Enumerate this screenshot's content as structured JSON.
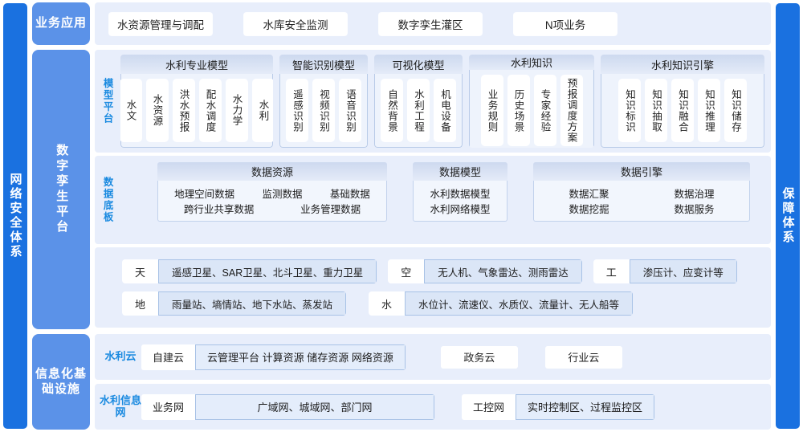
{
  "side": {
    "left_label": "网络安全体系",
    "right_label": "保障体系",
    "accent": "#1a71e0"
  },
  "layers": {
    "apps": {
      "label": "业务应用",
      "items": [
        {
          "label": "水资源管理与调配"
        },
        {
          "label": "水库安全监测"
        },
        {
          "label": "数字孪生灌区"
        },
        {
          "label": "N项业务"
        }
      ]
    },
    "twin": {
      "label": "数字孪生平台",
      "model_platform": {
        "label": "模型平台",
        "groups": [
          {
            "title": "水利专业模型",
            "items": [
              "水文",
              "水资源",
              "洪水预报",
              "配水调度",
              "水力学",
              "水利"
            ]
          },
          {
            "title": "智能识别模型",
            "items": [
              "遥感识别",
              "视频识别",
              "语音识别"
            ]
          },
          {
            "title": "可视化模型",
            "items": [
              "自然背景",
              "水利工程",
              "机电设备"
            ]
          },
          {
            "title": "水利知识",
            "items": [
              "业务规则",
              "历史场景",
              "专家经验",
              "预报调度方案"
            ]
          },
          {
            "title": "水利知识引擎",
            "items": [
              "知识标识",
              "知识抽取",
              "知识融合",
              "知识推理",
              "知识储存"
            ]
          }
        ]
      },
      "data_layer": {
        "label": "数据底板",
        "groups": [
          {
            "title": "数据资源",
            "rows": [
              [
                "地理空间数据",
                "监测数据",
                "基础数据"
              ],
              [
                "跨行业共享数据",
                "业务管理数据"
              ]
            ]
          },
          {
            "title": "数据模型",
            "rows": [
              [
                "水利数据模型"
              ],
              [
                "水利网络模型"
              ]
            ]
          },
          {
            "title": "数据引擎",
            "rows": [
              [
                "数据汇聚",
                "数据治理"
              ],
              [
                "数据挖掘",
                "数据服务"
              ]
            ]
          }
        ],
        "sources": [
          [
            {
              "key": "天",
              "value": "遥感卫星、SAR卫星、北斗卫星、重力卫星"
            },
            {
              "key": "空",
              "value": "无人机、气象雷达、测雨雷达"
            },
            {
              "key": "工",
              "value": "渗压计、应变计等"
            }
          ],
          [
            {
              "key": "地",
              "value": "雨量站、墒情站、地下水站、蒸发站"
            },
            {
              "key": "水",
              "value": "水位计、流速仪、水质仪、流量计、无人船等"
            }
          ]
        ]
      }
    },
    "infra": {
      "label": "信息化基础设施",
      "rows": [
        {
          "key": "水利云",
          "pill": {
            "key": "自建云",
            "value": "云管理平台 计算资源 储存资源 网络资源"
          },
          "chips": [
            "政务云",
            "行业云"
          ]
        },
        {
          "key": "水利信息网",
          "pill": {
            "key": "业务网",
            "value": "广域网、城域网、部门网"
          },
          "pill2": {
            "key": "工控网",
            "value": "实时控制区、过程监控区"
          }
        }
      ]
    }
  }
}
